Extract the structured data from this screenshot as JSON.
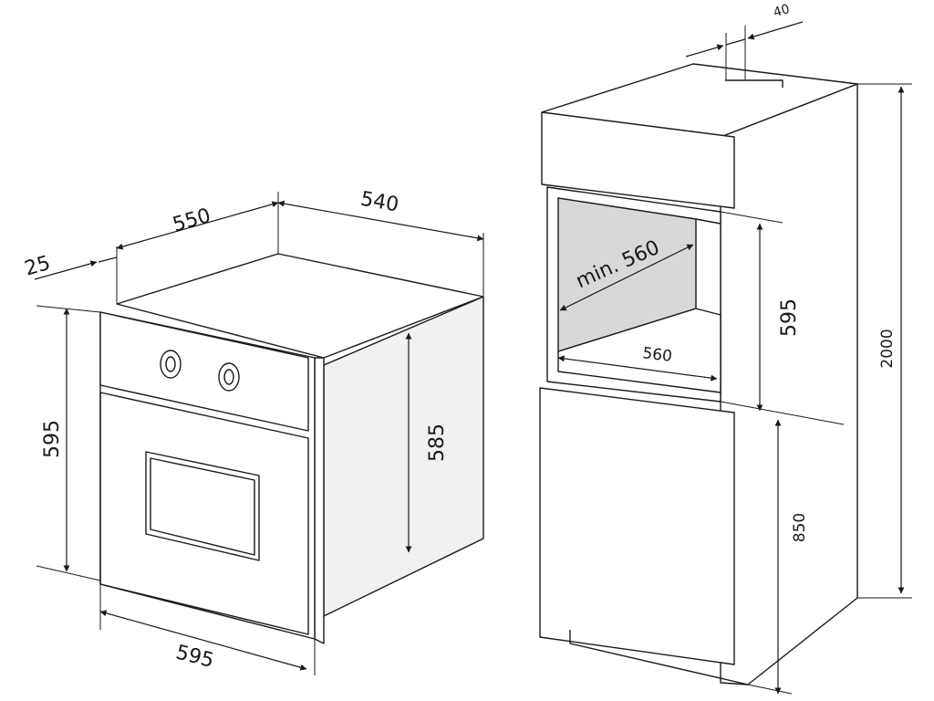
{
  "diagram": {
    "oven": {
      "depth_total": "550",
      "depth_body": "540",
      "front_panel": "25",
      "front_height": "595",
      "body_height": "585",
      "front_width": "595"
    },
    "cabinet": {
      "top_gap": "40",
      "niche_depth": "min. 560",
      "niche_width": "560",
      "niche_height": "595",
      "base_height": "850",
      "total_height": "2000"
    }
  }
}
